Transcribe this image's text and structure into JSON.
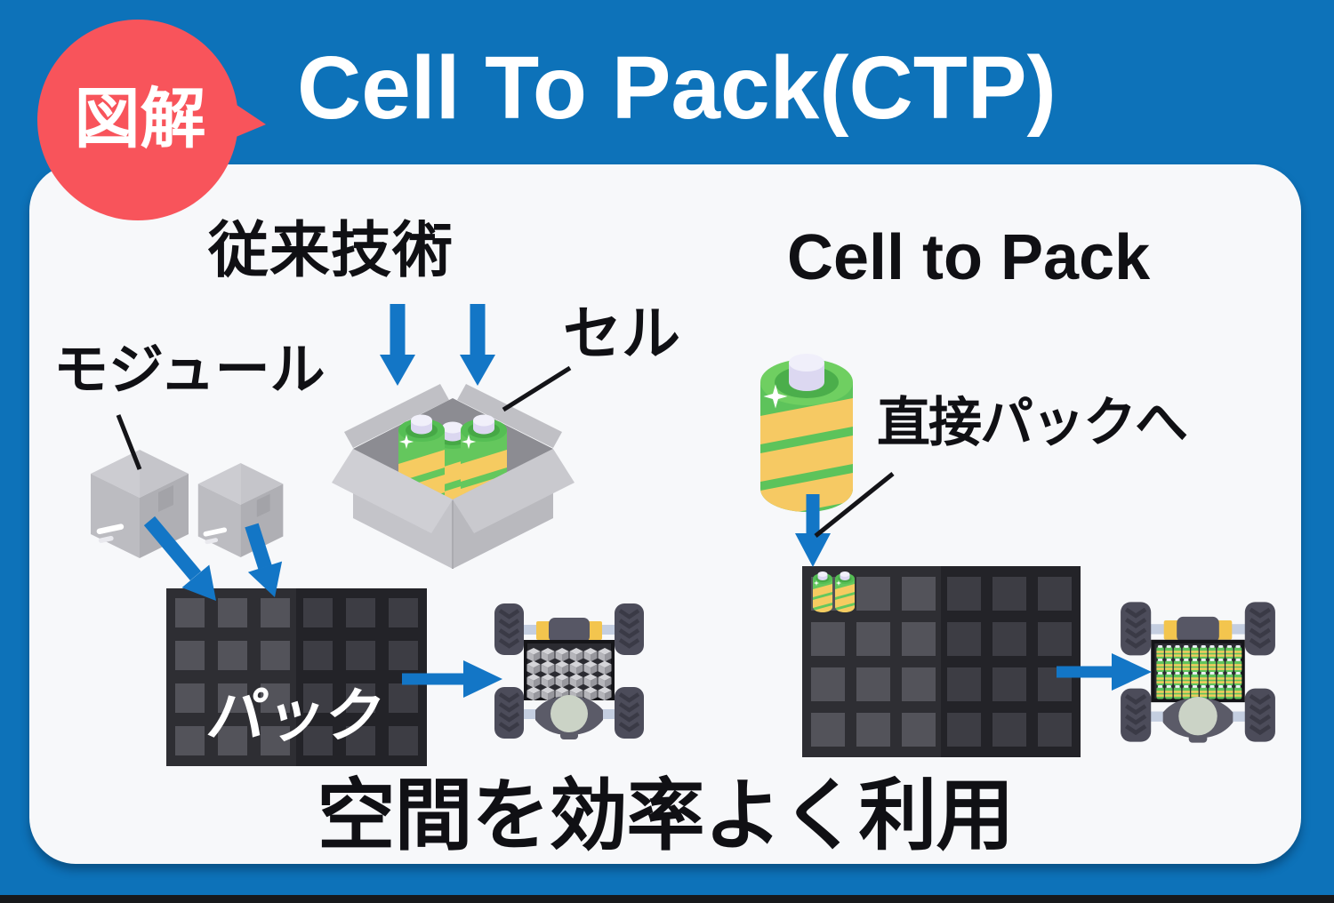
{
  "badge": {
    "label": "図解"
  },
  "header": {
    "title": "Cell To Pack(CTP)"
  },
  "left_section": {
    "heading": "従来技術",
    "module_label": "モジュール",
    "cell_label": "セル",
    "pack_label": "パック"
  },
  "right_section": {
    "heading": "Cell to Pack",
    "direct_label": "直接パックへ"
  },
  "footer": {
    "caption": "空間を効率よく利用"
  },
  "icons": [
    "speech-bubble-badge-icon",
    "module-box-icon",
    "open-carton-with-cells-icon",
    "battery-cell-icon",
    "battery-pack-grid-icon",
    "car-chassis-icon",
    "down-arrow-icon",
    "right-arrow-icon",
    "pointer-line"
  ],
  "colors": {
    "background_blue": "#0D72B9",
    "arrow_blue": "#1376C6",
    "badge_red": "#F8545B",
    "panel_white": "#F7F8FA",
    "text_black": "#101014",
    "pack_dark_left": "#2E2E33",
    "pack_dark_right": "#232328",
    "cell_green": "#64C75D",
    "cell_band_yellow": "#F6CB61",
    "bottom_strip_black": "#17181B"
  }
}
